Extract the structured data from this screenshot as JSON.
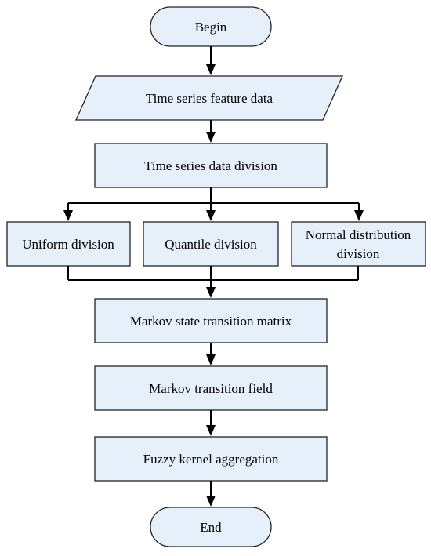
{
  "diagram": {
    "nodes": {
      "begin": "Begin",
      "feature_data": "Time series feature data",
      "data_division": "Time series data division",
      "uniform": "Uniform division",
      "quantile": "Quantile division",
      "normal_line1": "Normal distribution",
      "normal_line2": "division",
      "state_matrix": "Markov state transition matrix",
      "transition_field": "Markov transition field",
      "kernel_aggregation": "Fuzzy kernel aggregation",
      "end": "End"
    },
    "colors": {
      "node_fill": "#e6f0fa",
      "node_stroke": "#222222",
      "edge": "#000000"
    }
  }
}
